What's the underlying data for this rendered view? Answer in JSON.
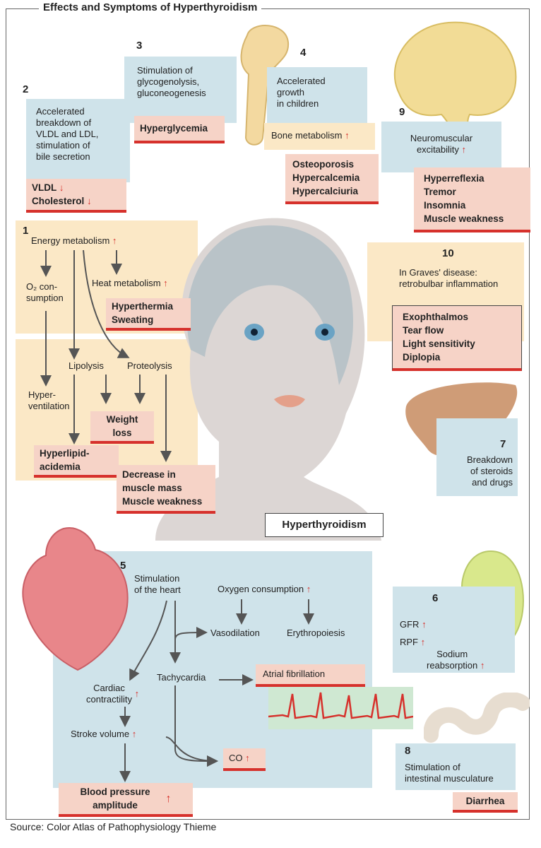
{
  "title": "Effects and Symptoms of Hyperthyroidism",
  "source": "Source: Color Atlas of Pathophysiology Thieme",
  "arrow_up": "↑",
  "arrow_down": "↓",
  "center_label": "Hyperthyroidism",
  "s1": {
    "num": "1",
    "energy": "Energy metabolism",
    "heat": "Heat metabolism",
    "o2": "O₂ con-\nsumption",
    "hyperthermia": "Hyperthermia",
    "sweating": "Sweating",
    "lipolysis": "Lipolysis",
    "proteolysis": "Proteolysis",
    "hyperventilation": "Hyper-\nventilation",
    "weight_loss": "Weight\nloss",
    "hyperlipidacidemia": "Hyperlipid-\nacidemia",
    "muscle_mass": "Decrease in\nmuscle mass",
    "muscle_weakness": "Muscle weakness"
  },
  "s2": {
    "num": "2",
    "text": "Accelerated\nbreakdown of\nVLDL and LDL,\nstimulation of\nbile secretion",
    "vldl": "VLDL",
    "cholesterol": "Cholesterol"
  },
  "s3": {
    "num": "3",
    "text": "Stimulation of\nglycogenolysis,\ngluconeogenesis",
    "result": "Hyperglycemia"
  },
  "s4": {
    "num": "4",
    "text": "Accelerated\ngrowth\nin children",
    "bone": "Bone metabolism",
    "results": [
      "Osteoporosis",
      "Hypercalcemia",
      "Hypercalciuria"
    ]
  },
  "s9": {
    "num": "9",
    "text": "Neuromuscular\nexcitability",
    "results": [
      "Hyperreflexia",
      "Tremor",
      "Insomnia",
      "Muscle weakness"
    ]
  },
  "s10": {
    "num": "10",
    "text": "In Graves' disease:\nretrobulbar inflammation",
    "results": [
      "Exophthalmos",
      "Tear flow",
      "Light sensitivity",
      "Diplopia"
    ]
  },
  "s7": {
    "num": "7",
    "text": "Breakdown\nof steroids\nand drugs"
  },
  "s5": {
    "num": "5",
    "stim_heart": "Stimulation\nof the heart",
    "oxygen": "Oxygen consumption",
    "vasodilation": "Vasodilation",
    "erythropoiesis": "Erythropoiesis",
    "tachycardia": "Tachycardia",
    "atrial": "Atrial fibrillation",
    "contractility": "Cardiac\ncontractility",
    "stroke": "Stroke volume",
    "co": "CO",
    "bp": "Blood pressure\namplitude"
  },
  "s6": {
    "num": "6",
    "gfr": "GFR",
    "rpf": "RPF",
    "sodium": "Sodium\nreabsorption"
  },
  "s8": {
    "num": "8",
    "text": "Stimulation of\nintestinal musculature",
    "result": "Diarrhea"
  }
}
